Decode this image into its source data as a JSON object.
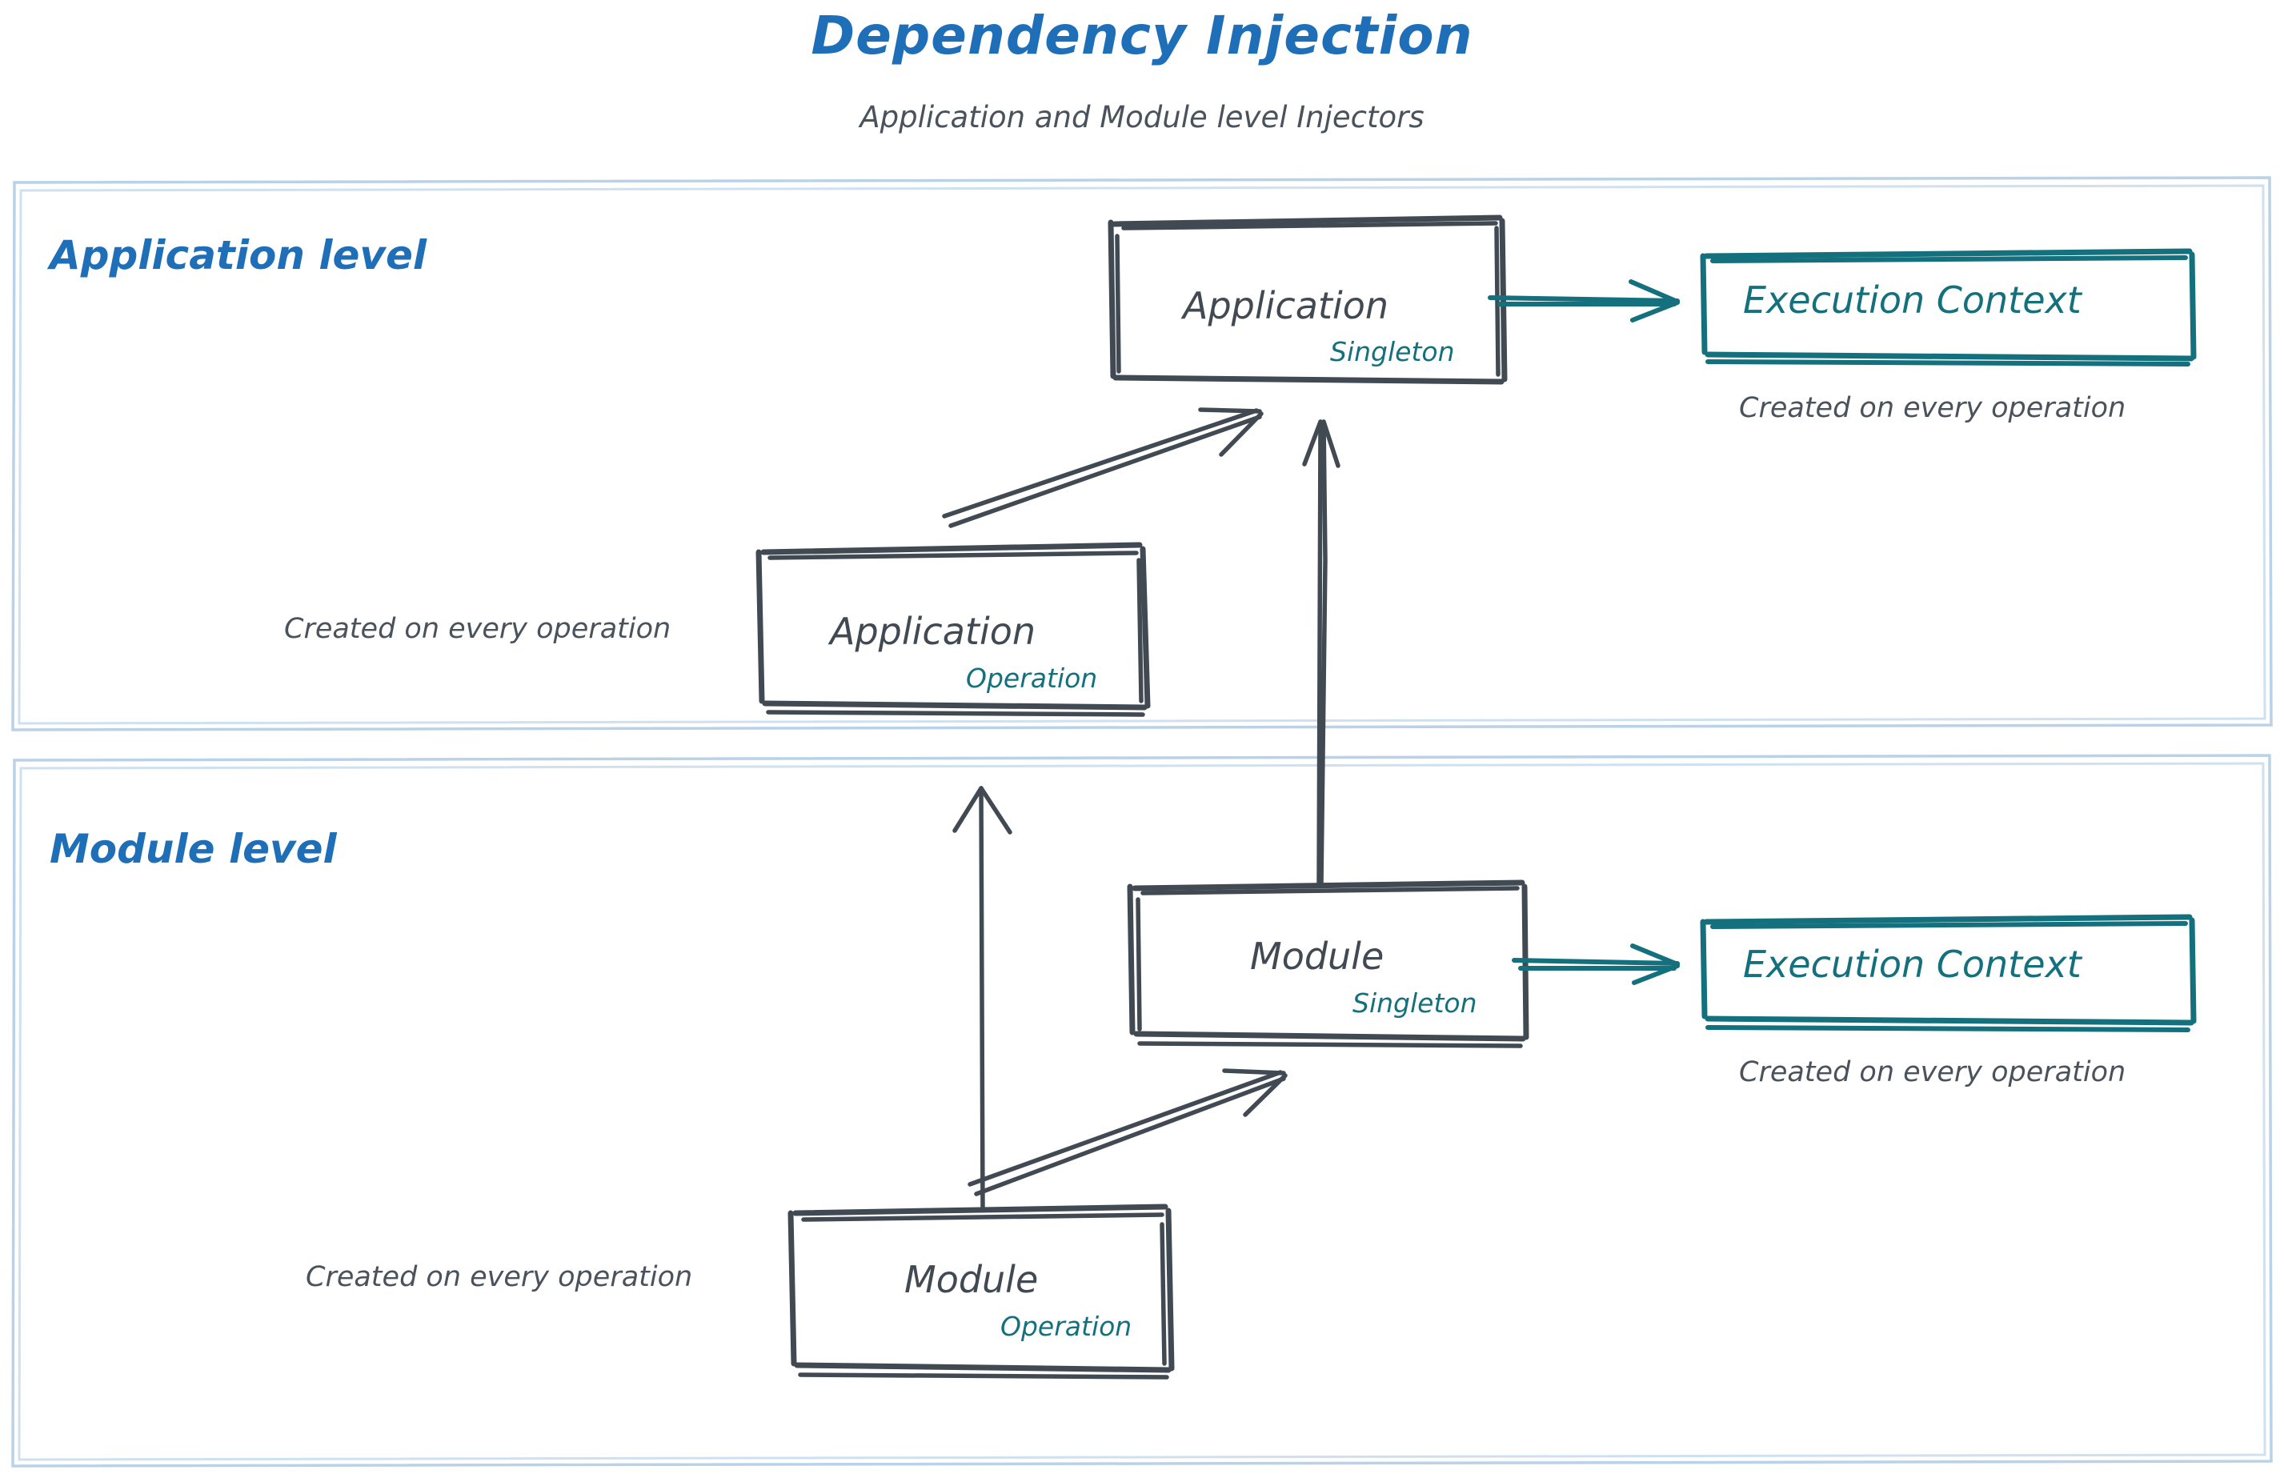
{
  "header": {
    "title": "Dependency Injection",
    "subtitle": "Application and Module level Injectors"
  },
  "colors": {
    "title_blue": "#1f6fb8",
    "lane_border": "#b9d2e8",
    "node_stroke": "#414952",
    "accent_teal": "#15707e",
    "caption_gray": "#4a525c",
    "background": "#ffffff"
  },
  "lanes": [
    {
      "id": "application-level",
      "label": "Application level",
      "nodes": [
        {
          "id": "application-singleton",
          "main": "Application",
          "scope": "Singleton",
          "style": "sketch-box"
        },
        {
          "id": "application-operation",
          "main": "Application",
          "scope": "Operation",
          "style": "sketch-box",
          "caption": "Created on every operation"
        },
        {
          "id": "execution-context-application",
          "main": "Execution Context",
          "style": "teal-box",
          "caption": "Created on every operation"
        }
      ]
    },
    {
      "id": "module-level",
      "label": "Module level",
      "nodes": [
        {
          "id": "module-singleton",
          "main": "Module",
          "scope": "Singleton",
          "style": "sketch-box"
        },
        {
          "id": "module-operation",
          "main": "Module",
          "scope": "Operation",
          "style": "sketch-box",
          "caption": "Created on every operation"
        },
        {
          "id": "execution-context-module",
          "main": "Execution Context",
          "style": "teal-box",
          "caption": "Created on every operation"
        }
      ]
    }
  ],
  "edges": [
    {
      "id": "app-singleton-to-exec-context",
      "from": "application-singleton",
      "to": "execution-context-application",
      "color": "teal",
      "direction": "right"
    },
    {
      "id": "app-operation-to-app-singleton",
      "from": "application-operation",
      "to": "application-singleton",
      "color": "slate",
      "direction": "up-right"
    },
    {
      "id": "module-singleton-to-app-singleton",
      "from": "module-singleton",
      "to": "application-singleton",
      "color": "slate",
      "direction": "up"
    },
    {
      "id": "module-operation-to-app-operation",
      "from": "module-operation",
      "to": "application-operation",
      "color": "slate",
      "direction": "up"
    },
    {
      "id": "module-operation-to-module-singleton",
      "from": "module-operation",
      "to": "module-singleton",
      "color": "slate",
      "direction": "up-right"
    },
    {
      "id": "module-singleton-to-exec-context",
      "from": "module-singleton",
      "to": "execution-context-module",
      "color": "teal",
      "direction": "right"
    }
  ],
  "labels": {
    "title": "Dependency Injection",
    "subtitle": "Application and Module level Injectors",
    "lane_application": "Application level",
    "lane_module": "Module level",
    "application": "Application",
    "module": "Module",
    "singleton": "Singleton",
    "operation": "Operation",
    "execution_context": "Execution Context",
    "created_every_operation": "Created on every operation"
  }
}
